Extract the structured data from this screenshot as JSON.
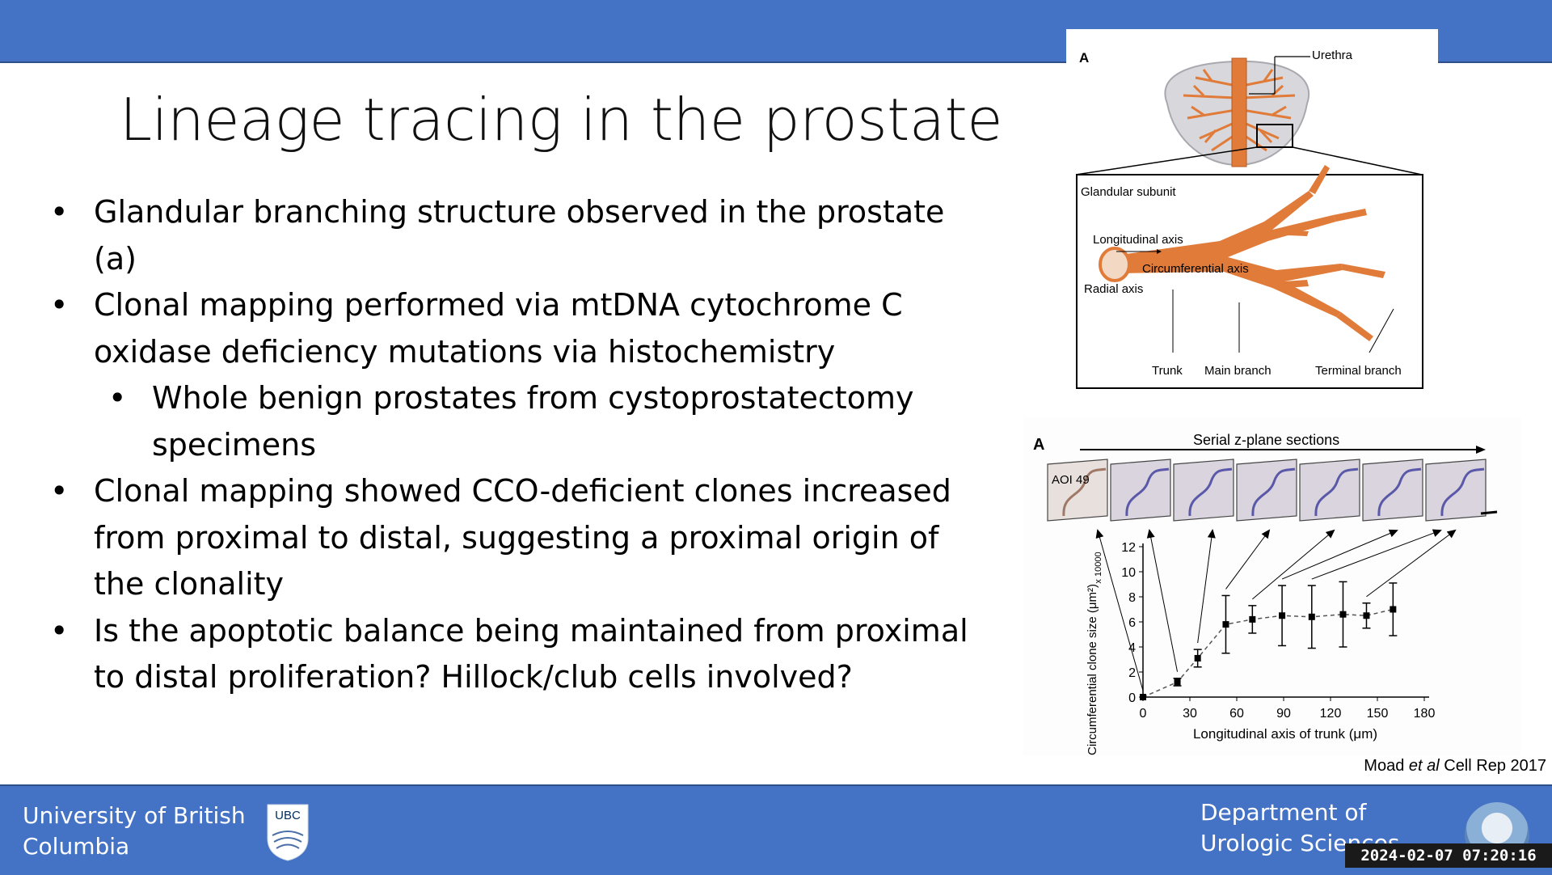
{
  "slide": {
    "title": "Lineage tracing in the prostate",
    "bullets": [
      {
        "level": 1,
        "text": "Glandular branching structure observed in the prostate (a)"
      },
      {
        "level": 1,
        "text": "Clonal mapping performed via mtDNA cytochrome C oxidase deficiency mutations via histochemistry"
      },
      {
        "level": 2,
        "text": "Whole benign prostates from cystoprostatectomy specimens"
      },
      {
        "level": 1,
        "text": "Clonal mapping showed CCO-deficient clones increased from proximal to distal, suggesting a proximal origin of the clonality"
      },
      {
        "level": 1,
        "text": "Is the apoptotic balance being maintained from proximal to distal proliferation? Hillock/club cells involved?"
      }
    ],
    "citation": {
      "author": "Moad ",
      "etal": "et al",
      "source": " Cell Rep 2017"
    }
  },
  "figure_anatomy": {
    "panel_label": "A",
    "labels": {
      "urethra": "Urethra",
      "subunit": "Glandular subunit",
      "longitudinal": "Longitudinal axis",
      "circumferential": "Circumferential axis",
      "radial": "Radial axis",
      "trunk": "Trunk",
      "main_branch": "Main branch",
      "terminal_branch": "Terminal branch"
    },
    "colors": {
      "gland": "#e07b39",
      "capsule": "#c8c8cc"
    }
  },
  "figure_clone": {
    "panel_label": "A",
    "serial_label": "Serial z-plane sections",
    "aoi_label": "AOI 49",
    "chart_data": {
      "type": "scatter",
      "x": [
        0,
        22,
        35,
        53,
        70,
        89,
        108,
        128,
        143,
        160
      ],
      "values": [
        0,
        1.2,
        3.1,
        5.8,
        6.2,
        6.5,
        6.4,
        6.6,
        6.5,
        7.0
      ],
      "errors": [
        0,
        0.3,
        0.7,
        2.3,
        1.1,
        2.4,
        2.5,
        2.6,
        1.0,
        2.1
      ],
      "xlabel": "Longitudinal axis of trunk (μm)",
      "ylabel": "Circumferential clone size (μm²)",
      "yscale_note": "x 10000",
      "xticks": [
        "0",
        "30",
        "60",
        "90",
        "120",
        "150",
        "180"
      ],
      "yticks": [
        "0",
        "2",
        "4",
        "6",
        "8",
        "10",
        "12"
      ],
      "xlim": [
        0,
        180
      ],
      "ylim": [
        0,
        12
      ]
    }
  },
  "footer": {
    "university": "University of British Columbia",
    "logo_text": "UBC",
    "department": "Department of Urologic Sciences",
    "timestamp": "2024-02-07 07:20:16"
  },
  "colors": {
    "bar": "#4472c4",
    "footer_text": "#ffffff"
  }
}
